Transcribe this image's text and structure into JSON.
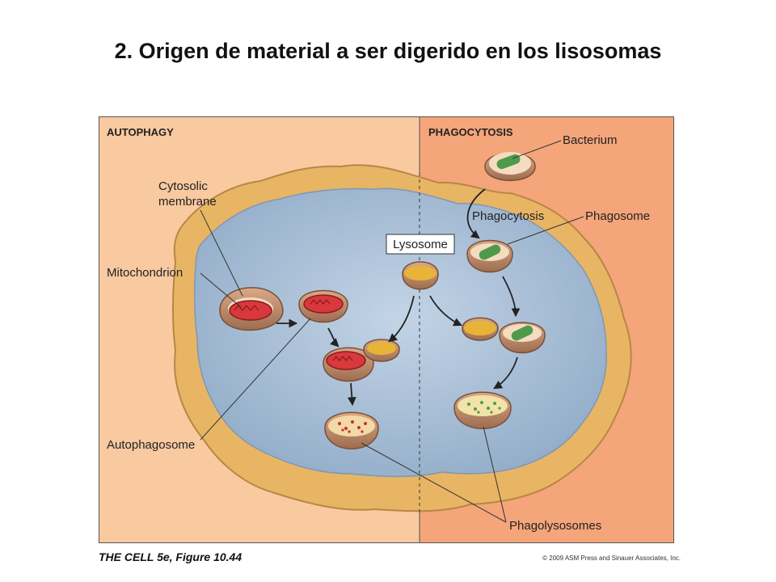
{
  "title": "2. Origen de material a ser digerido en los lisosomas",
  "panels": {
    "left_heading": "AUTOPHAGY",
    "right_heading": "PHAGOCYTOSIS"
  },
  "labels": {
    "cytosolic_membrane_line1": "Cytosolic",
    "cytosolic_membrane_line2": "membrane",
    "mitochondrion": "Mitochondrion",
    "autophagosome": "Autophagosome",
    "lysosome": "Lysosome",
    "bacterium": "Bacterium",
    "phagocytosis": "Phagocytosis",
    "phagosome": "Phagosome",
    "phagolysosomes": "Phagolysosomes"
  },
  "footer": {
    "figure_ref": "THE CELL 5e, Figure 10.44",
    "copyright": "© 2009 ASM Press and Sinauer Associates, Inc."
  },
  "colors": {
    "autophagy_panel": "#f9c9a0",
    "phagocytosis_panel": "#f4a57a",
    "cytoplasm": "#a9bfd6",
    "membrane": "#e8b565",
    "mitochondrion": "#d9383d",
    "lysosome": "#e8b437",
    "bacterium": "#4f9a4a",
    "vesicle_shell": "#bf8d6b"
  }
}
